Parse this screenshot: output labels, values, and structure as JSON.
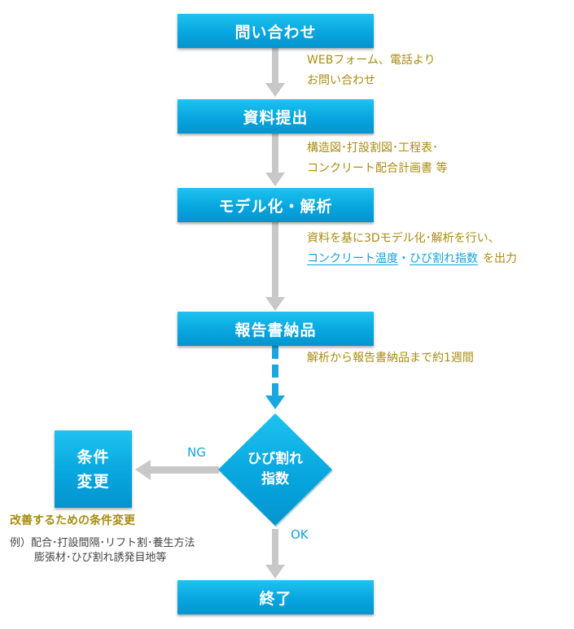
{
  "steps": {
    "inquiry": "問い合わせ",
    "submit": "資料提出",
    "model": "モデル化・解析",
    "report": "報告書納品",
    "decision_line1": "ひび割れ",
    "decision_line2": "指数",
    "change_line1": "条件",
    "change_line2": "変更",
    "end": "終了"
  },
  "notes": {
    "inquiry_line1": "WEBフォーム、電話より",
    "inquiry_line2": "お問い合わせ",
    "submit_line1": "構造図･打設割図･工程表･",
    "submit_line2": "コンクリート配合計画書 等",
    "model_line1": "資料を基に3Dモデル化･解析を行い、",
    "model_link1": "コンクリート温度",
    "model_sep": "・",
    "model_link2": "ひび割れ指数",
    "model_tail": "を出力",
    "report_line": "解析から報告書納品まで約1週間",
    "improve_title": "改善するための条件変更",
    "example_line1": "例）配合･打設間隔･リフト割･養生方法",
    "example_line2": "膨張材･ひび割れ誘発目地等"
  },
  "labels": {
    "ng": "NG",
    "ok": "OK"
  },
  "colors": {
    "box": "#07a6df",
    "arrow_gray": "#c8c8c8",
    "arrow_blue": "#1aa6de",
    "note_gold": "#a88c10"
  }
}
